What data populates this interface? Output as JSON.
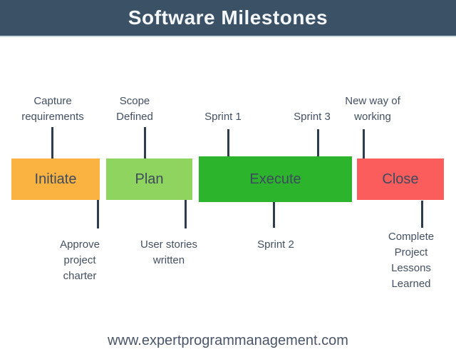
{
  "header": {
    "title": "Software Milestones",
    "bg_color": "#3b5166"
  },
  "phases": {
    "initiate": {
      "label": "Initiate",
      "color": "#fab341"
    },
    "plan": {
      "label": "Plan",
      "color": "#8fd45e"
    },
    "execute": {
      "label": "Execute",
      "color": "#2db42d"
    },
    "close": {
      "label": "Close",
      "color": "#fb5d5d"
    }
  },
  "milestones": {
    "top": {
      "capture_requirements": "Capture requirements",
      "scope_defined": "Scope Defined",
      "sprint_1": "Sprint 1",
      "sprint_3": "Sprint 3",
      "new_way_of_working": "New way of working"
    },
    "bottom": {
      "approve_project_charter": "Approve project charter",
      "user_stories_written": "User stories written",
      "sprint_2": "Sprint 2",
      "complete_project_lessons_learned": "Complete Project Lessons Learned"
    }
  },
  "colors": {
    "connector": "#2e3d4e",
    "label_text": "#435061",
    "footer_text": "#4a5568"
  },
  "footer": {
    "url": "www.expertprogrammanagement.com"
  }
}
